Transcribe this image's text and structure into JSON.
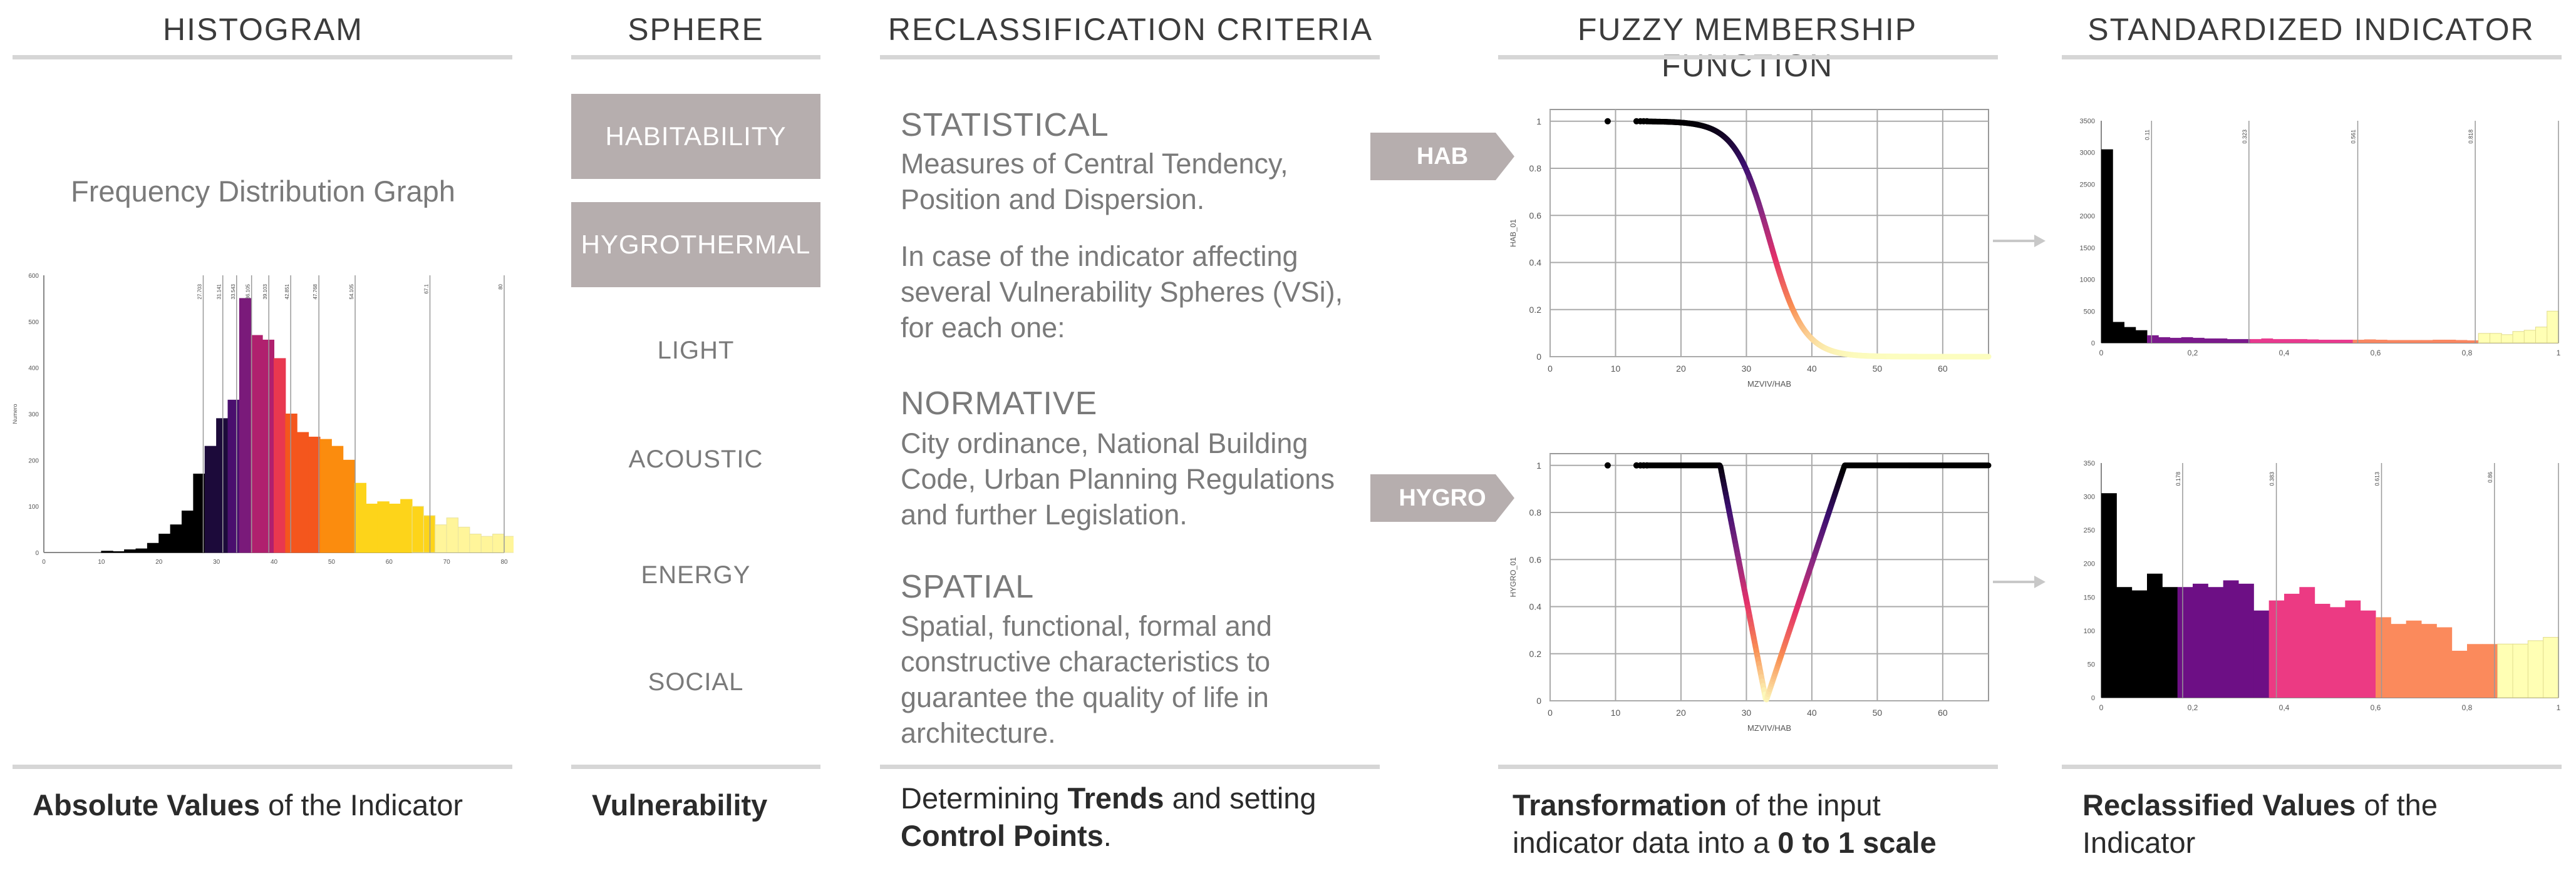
{
  "columns": {
    "histogram": "HISTOGRAM",
    "sphere": "SPHERE",
    "criteria": "RECLASSIFICATION CRITERIA",
    "fuzzy": "FUZZY MEMBERSHIP FUNCTION",
    "standardized": "STANDARDIZED INDICATOR"
  },
  "histogram_panel": {
    "caption": "Frequency Distribution Graph",
    "bottom_bold": "Absolute Values",
    "bottom_rest": " of the Indicator",
    "y_axis_label": "Numero"
  },
  "spheres": {
    "habitability": "HABITABILITY",
    "hygrothermal": "HYGROTHERMAL",
    "light": "LIGHT",
    "acoustic": "ACOUSTIC",
    "energy": "ENERGY",
    "social": "SOCIAL",
    "bottom_bold": "Vulnerability"
  },
  "criteria": {
    "statistical_head": "STATISTICAL",
    "statistical_body": "Measures of Central Tendency, Position and Dispersion.",
    "case_body": "In case of the indicator affecting several Vulnerability Spheres (VSi), for each one:",
    "normative_head": "NORMATIVE",
    "normative_body": "City ordinance, National Building Code, Urban Planning Regulations and further Legislation.",
    "spatial_head": "SPATIAL",
    "spatial_body": "Spatial, functional, formal and constructive characteristics to guarantee the quality of life in architecture.",
    "bottom_1": "Determining ",
    "bottom_bold1": "Trends",
    "bottom_2": " and setting",
    "bottom_bold2": "Control Points",
    "bottom_3": "."
  },
  "tags": {
    "hab": "HAB",
    "hygro": "HYGRO"
  },
  "fuzzy_panel": {
    "bottom_bold1": "Transformation",
    "bottom_1": " of the input",
    "bottom_2": "indicator data into a ",
    "bottom_bold2": "0 to 1 scale",
    "hab_ylabel": "HAB_01",
    "hab_xlabel": "MZVIV/HAB",
    "hygro_ylabel": "HYGRO_01",
    "hygro_xlabel": "MZVIV/HAB"
  },
  "standardized_panel": {
    "bottom_bold": "Reclassified Values",
    "bottom_1": " of the",
    "bottom_2": "Indicator"
  },
  "colors": {
    "rule": "#d6d6d6",
    "box": "#b6aeae",
    "tag": "#b6aeae",
    "grid": "#999999"
  },
  "chart_data": [
    {
      "type": "bar",
      "name": "histogram",
      "x_ticks": [
        0,
        10,
        20,
        30,
        40,
        50,
        60,
        70,
        80
      ],
      "y_ticks": [
        0,
        100,
        200,
        300,
        400,
        500,
        600
      ],
      "xlim": [
        0,
        80
      ],
      "ylim": [
        0,
        600
      ],
      "vlines": [
        "27.703",
        "31.141",
        "33.543",
        "36.105",
        "39.103",
        "42.851",
        "47.768",
        "54.105",
        "67.1",
        "80"
      ],
      "vline_x": [
        27.7,
        31.1,
        33.5,
        36.1,
        39.1,
        42.9,
        47.8,
        54.1,
        67.1,
        80
      ],
      "bin_width": 2,
      "bin_start": 10,
      "values": [
        3,
        2,
        6,
        8,
        20,
        40,
        60,
        90,
        170,
        230,
        290,
        330,
        550,
        470,
        460,
        420,
        300,
        260,
        250,
        245,
        230,
        200,
        150,
        105,
        110,
        105,
        115,
        100,
        80,
        60,
        75,
        55,
        40,
        35,
        40,
        35
      ]
    },
    {
      "type": "line",
      "name": "hab_fuzzy",
      "x_ticks": [
        0,
        10,
        20,
        30,
        40,
        50,
        60
      ],
      "y_ticks": [
        0,
        0.2,
        0.4,
        0.6,
        0.8,
        1
      ],
      "xlim": [
        0,
        67
      ],
      "ylim": [
        0,
        1.05
      ],
      "points_x": [
        8.8,
        13.2,
        13.8,
        14.3,
        14.8
      ],
      "sigmoid_center": 33.5,
      "sigmoid_width": 2.6
    },
    {
      "type": "line",
      "name": "hygro_fuzzy",
      "x_ticks": [
        0,
        10,
        20,
        30,
        40,
        50,
        60
      ],
      "y_ticks": [
        0,
        0.2,
        0.4,
        0.6,
        0.8,
        1
      ],
      "xlim": [
        0,
        67
      ],
      "ylim": [
        0,
        1.05
      ],
      "points_x": [
        8.8,
        13.2,
        13.8,
        14.3,
        14.8
      ],
      "path_x": [
        15,
        26,
        33,
        45,
        67
      ],
      "path_y": [
        1,
        1,
        0,
        1,
        1
      ]
    },
    {
      "type": "bar",
      "name": "hab_standardized",
      "x_ticks": [
        "0",
        "0,2",
        "0,4",
        "0,6",
        "0,8",
        "1"
      ],
      "y_ticks": [
        0,
        500,
        1000,
        1500,
        2000,
        2500,
        3000,
        3500
      ],
      "xlim": [
        0,
        1
      ],
      "ylim": [
        0,
        3500
      ],
      "vlines": [
        "0.11",
        "0.323",
        "0.561",
        "0.818"
      ],
      "vline_x": [
        0.11,
        0.323,
        0.561,
        0.818
      ],
      "values": [
        3050,
        330,
        250,
        200,
        120,
        90,
        80,
        90,
        80,
        70,
        70,
        60,
        60,
        60,
        70,
        60,
        60,
        60,
        55,
        50,
        50,
        50,
        50,
        55,
        50,
        45,
        45,
        45,
        45,
        50,
        50,
        45,
        40,
        150,
        150,
        130,
        180,
        200,
        250,
        500
      ]
    },
    {
      "type": "bar",
      "name": "hygro_standardized",
      "x_ticks": [
        "0",
        "0,2",
        "0,4",
        "0,6",
        "0,8",
        "1"
      ],
      "y_ticks": [
        0,
        50,
        100,
        150,
        200,
        250,
        300,
        350
      ],
      "xlim": [
        0,
        1
      ],
      "ylim": [
        0,
        350
      ],
      "vlines": [
        "0.178",
        "0.383",
        "0.613",
        "0.86"
      ],
      "vline_x": [
        0.178,
        0.383,
        0.613,
        0.86
      ],
      "values": [
        305,
        165,
        160,
        185,
        165,
        165,
        170,
        165,
        175,
        170,
        130,
        145,
        155,
        165,
        140,
        135,
        145,
        130,
        120,
        110,
        115,
        110,
        105,
        70,
        80,
        80,
        80,
        80,
        85,
        90
      ]
    }
  ]
}
